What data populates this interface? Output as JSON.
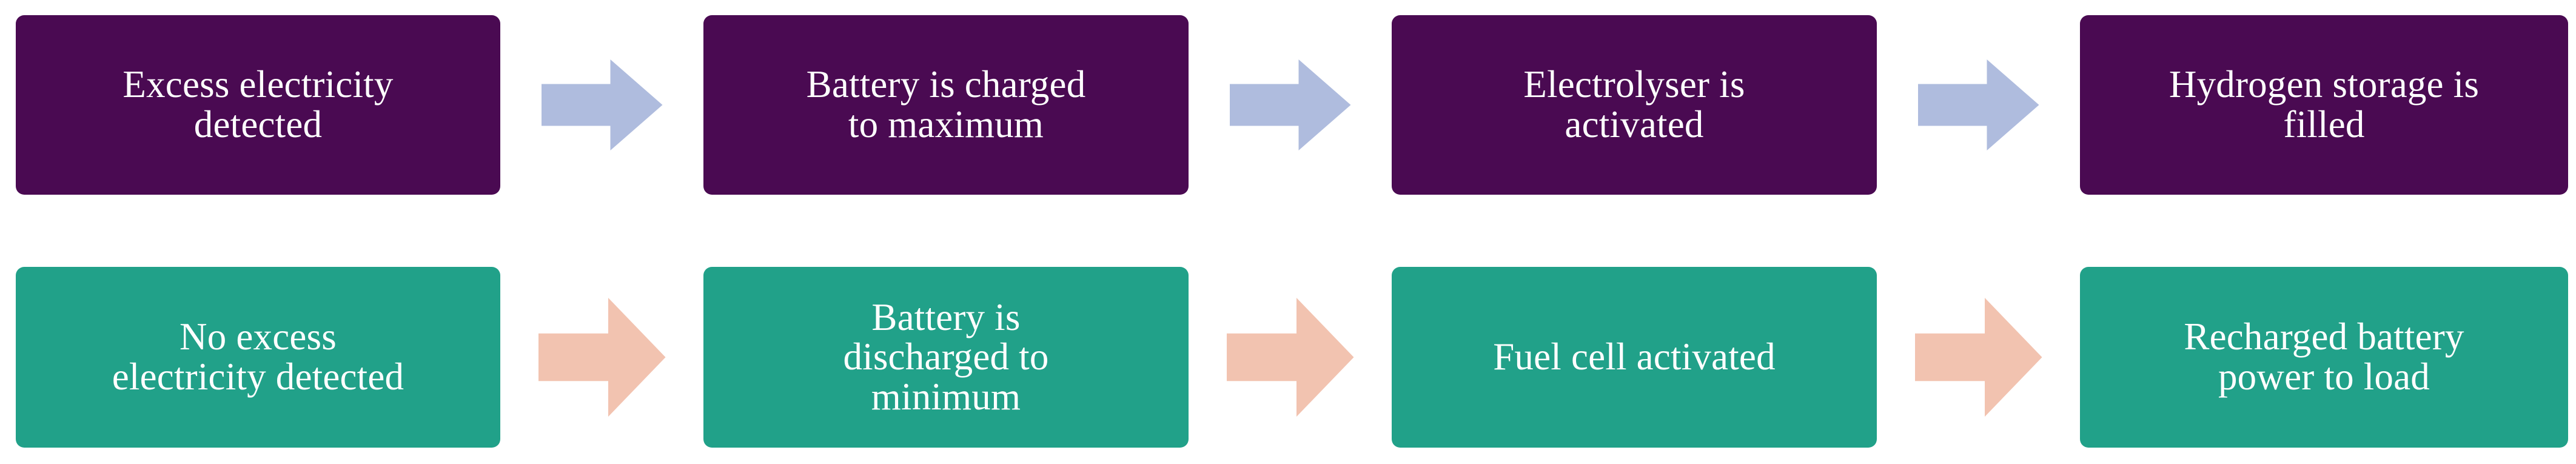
{
  "diagram": {
    "type": "flowchart",
    "orientation": "left-to-right",
    "background_color": "#FFFFFF",
    "rows": [
      {
        "id": "excess-electricity-sequence",
        "node_color": "#4A0A52",
        "node_text_color": "#FFFFFF",
        "arrow_color": "#AFBCDE",
        "arrow_icon": "right-arrow-icon",
        "nodes": [
          {
            "id": "excess-detected",
            "label": "Excess electricity\ndetected"
          },
          {
            "id": "battery-charged",
            "label": "Battery is charged\nto maximum"
          },
          {
            "id": "electrolyser-activated",
            "label": "Electrolyser  is\nactivated"
          },
          {
            "id": "hydrogen-storage-filled",
            "label": "Hydrogen storage is\nfilled"
          }
        ]
      },
      {
        "id": "no-excess-electricity-sequence",
        "node_color": "#21A189",
        "node_text_color": "#FFFFFF",
        "arrow_color": "#F2C3B0",
        "arrow_icon": "right-arrow-icon",
        "nodes": [
          {
            "id": "no-excess-detected",
            "label": "No excess\nelectricity  detected"
          },
          {
            "id": "battery-discharged",
            "label": "Battery is\ndischarged  to\nminimum"
          },
          {
            "id": "fuel-cell-activated",
            "label": "Fuel cell activated"
          },
          {
            "id": "recharged-battery-load",
            "label": "Recharged battery\npower to load"
          }
        ]
      }
    ]
  }
}
